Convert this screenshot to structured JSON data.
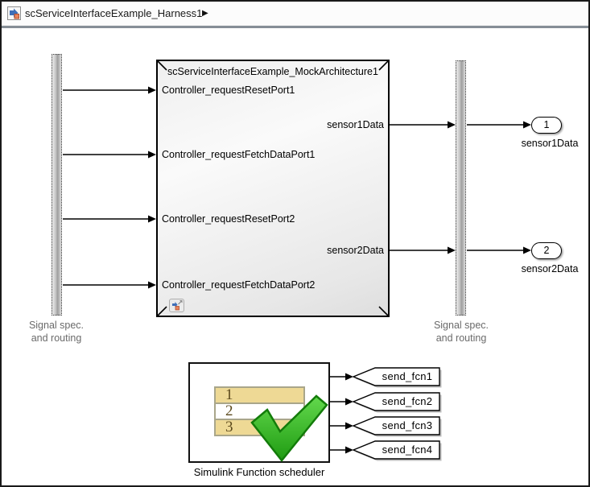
{
  "breadcrumb": {
    "title": "scServiceInterfaceExample_Harness1",
    "caret": "▶"
  },
  "model_block": {
    "title": "scServiceInterfaceExample_MockArchitecture1",
    "input_ports": [
      "Controller_requestResetPort1",
      "Controller_requestFetchDataPort1",
      "Controller_requestResetPort2",
      "Controller_requestFetchDataPort2"
    ],
    "output_ports": [
      "sensor1Data",
      "sensor2Data"
    ]
  },
  "signal_spec_left": {
    "line1": "Signal spec.",
    "line2": "and routing"
  },
  "signal_spec_right": {
    "line1": "Signal spec.",
    "line2": "and routing"
  },
  "outports": [
    {
      "number": "1",
      "label": "sensor1Data"
    },
    {
      "number": "2",
      "label": "sensor2Data"
    }
  ],
  "scheduler": {
    "label": "Simulink Function scheduler",
    "rows": [
      "1",
      "2",
      "3"
    ],
    "tags": [
      "send_fcn1",
      "send_fcn2",
      "send_fcn3",
      "send_fcn4"
    ]
  },
  "colors": {
    "divider": "#868e96",
    "check_green_light": "#63d94d",
    "check_green_dark": "#1f9b12",
    "row_tan": "#eed995",
    "row_border": "#a9a68a",
    "bar_gray": "#9e9e9e"
  }
}
